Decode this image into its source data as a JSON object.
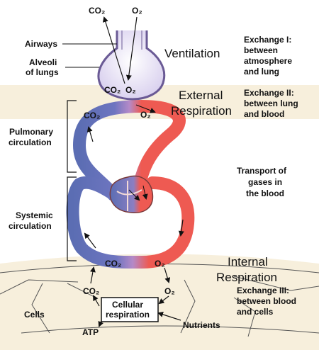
{
  "top_gases": {
    "co2": "CO₂",
    "o2": "O₂"
  },
  "left_labels": {
    "airways": "Airways",
    "alveoli_line1": "Alveoli",
    "alveoli_line2": "of lungs",
    "pulmonary_line1": "Pulmonary",
    "pulmonary_line2": "circulation",
    "systemic_line1": "Systemic",
    "systemic_line2": "circulation",
    "cells": "Cells"
  },
  "alveolus_gases": {
    "co2": "CO₂",
    "o2": "O₂"
  },
  "pulmonary_gases": {
    "co2": "CO₂",
    "o2": "O₂"
  },
  "systemic_gases": {
    "co2": "CO₂",
    "o2": "O₂"
  },
  "tissue_gases": {
    "co2": "CO₂",
    "o2": "O₂"
  },
  "stages": {
    "ventilation": "Ventilation",
    "external_line1": "External",
    "external_line2": "Respiration",
    "internal_line1": "Internal",
    "internal_line2": "Respiration"
  },
  "exchanges": {
    "ex1_line1": "Exchange I:",
    "ex1_line2": "between",
    "ex1_line3": "atmosphere",
    "ex1_line4": "and lung",
    "ex2_line1": "Exchange II:",
    "ex2_line2": "between lung",
    "ex2_line3": "and blood",
    "transport_line1": "Transport of",
    "transport_line2": "gases in",
    "transport_line3": "the blood",
    "ex3_line1": "Exchange III:",
    "ex3_line2": "between blood",
    "ex3_line3": "and cells"
  },
  "cellular": {
    "box_line1": "Cellular",
    "box_line2": "respiration",
    "atp": "ATP",
    "nutrients": "Nutrients"
  },
  "colors": {
    "deoxygenated": "#5b6db3",
    "oxygenated": "#ee5a52",
    "band": "#f7efdc",
    "alveolus": "#ddd5ee"
  }
}
